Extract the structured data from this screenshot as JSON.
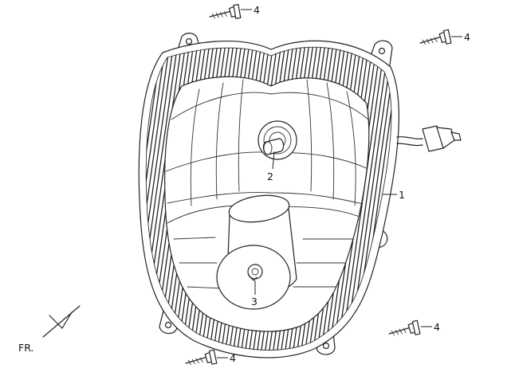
{
  "callouts": {
    "housing": "1",
    "bulb_main": "2",
    "bulb_position": "3",
    "screw": "4"
  },
  "direction": {
    "label": "FR."
  },
  "icons": [
    "screw-icon",
    "connector-icon",
    "bulb-icon",
    "front-arrow-icon"
  ]
}
